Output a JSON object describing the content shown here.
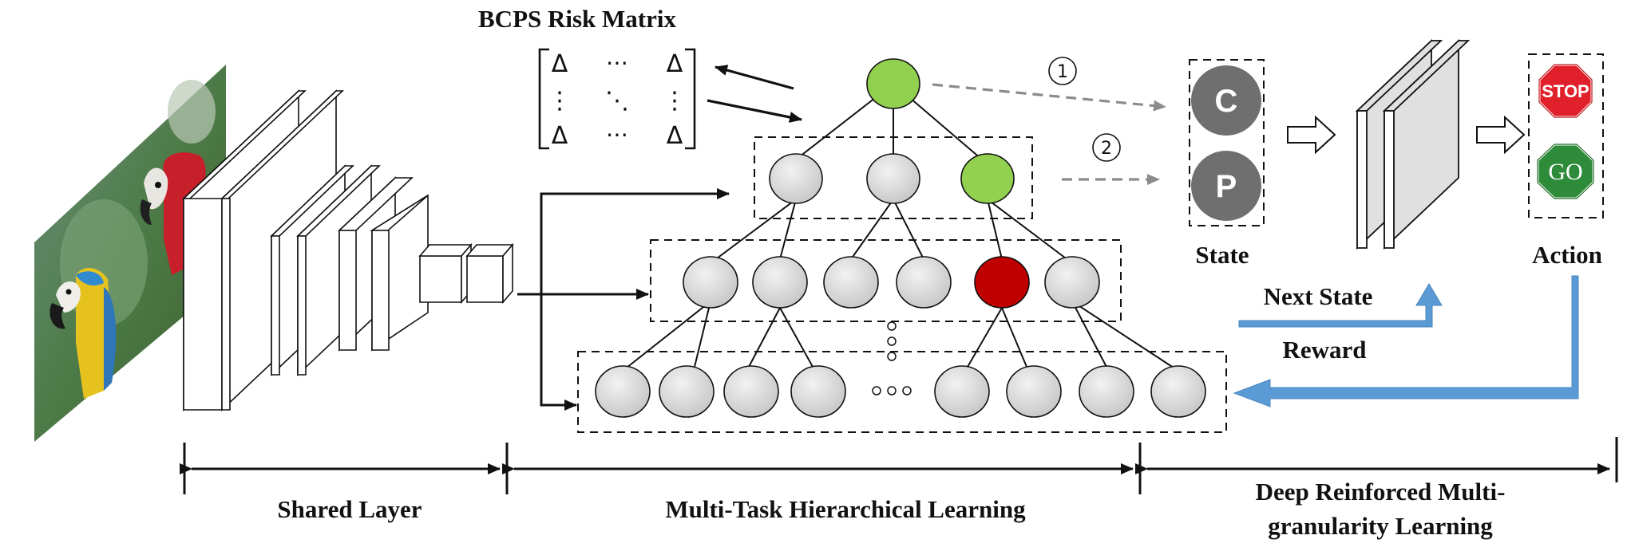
{
  "matrix": {
    "title": "BCPS Risk Matrix",
    "cells": [
      [
        "Δ",
        "⋯",
        "Δ"
      ],
      [
        "⋮",
        "⋱",
        "⋮"
      ],
      [
        "Δ",
        "⋯",
        "Δ"
      ]
    ]
  },
  "markers": {
    "one": "①",
    "two": "②"
  },
  "state": {
    "label": "State",
    "c": "C",
    "p": "P"
  },
  "action": {
    "label": "Action",
    "stop": "STOP",
    "go": "GO"
  },
  "feedback": {
    "next_state": "Next State",
    "reward": "Reward"
  },
  "sections": {
    "shared": "Shared Layer",
    "multitask": "Multi-Task Hierarchical Learning",
    "deep_line1": "Deep Reinforced Multi-",
    "deep_line2": "granularity Learning"
  },
  "colors": {
    "node_gray": "#d4d4d4",
    "node_green": "#92d050",
    "node_red": "#c00000",
    "state_circle": "#6f6f6f",
    "arrow_blue": "#5b9bd5",
    "stop_red": "#e0202a",
    "go_green": "#2e8b3a",
    "dashed_gray": "#8c8c8c"
  },
  "icons": [
    "photo-parrots-icon",
    "stop-sign-icon",
    "go-sign-icon"
  ]
}
